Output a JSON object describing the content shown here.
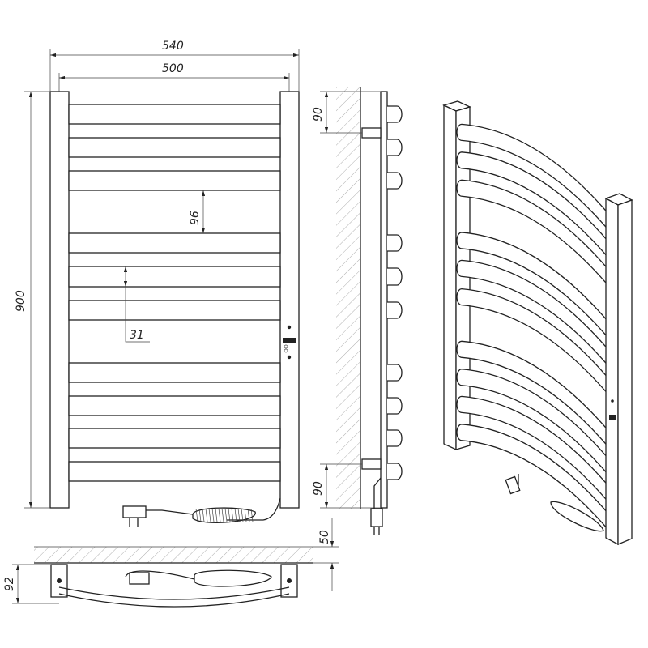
{
  "title": "Towel rail dimension drawing",
  "dimensions": {
    "overall_width": "540",
    "center_width": "500",
    "bar_spacing": "96",
    "bar_gap": "31",
    "overall_height": "900",
    "top_offset": "90",
    "bottom_offset": "90",
    "wall_distance": "50",
    "depth": "92"
  },
  "colors": {
    "line": "#222222",
    "background": "#ffffff"
  }
}
